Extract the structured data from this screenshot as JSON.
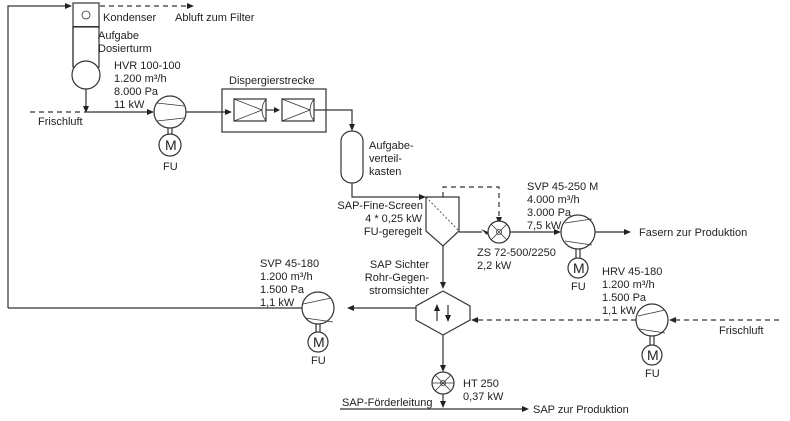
{
  "labels": {
    "kondenser": "Kondenser",
    "abluft": "Abluft zum Filter",
    "aufgabe_dosierturm": [
      "Aufgabe",
      "Dosierturm"
    ],
    "hvr": [
      "HVR 100-100",
      "1.200 m³/h",
      "8.000 Pa",
      "11 kW"
    ],
    "frischluft_left": "Frischluft",
    "fu": "FU",
    "motor": "M",
    "dispergierstrecke": "Dispergierstrecke",
    "aufgabeverteilkasten": [
      "Aufgabe-",
      "verteil-",
      "kasten"
    ],
    "fine_screen": [
      "SAP-Fine-Screen",
      "4 * 0,25 kW",
      "FU-geregelt"
    ],
    "zs": [
      "ZS 72-500/2250",
      "2,2 kW"
    ],
    "svp_250": [
      "SVP 45-250 M",
      "4.000 m³/h",
      "3.000 Pa",
      "7,5 kW"
    ],
    "fasern": "Fasern zur Produktion",
    "svp_180": [
      "SVP 45-180",
      "1.200 m³/h",
      "1.500 Pa",
      "1,1 kW"
    ],
    "sichter": [
      "SAP Sichter",
      "Rohr-Gegen-",
      "stromsichter"
    ],
    "hrv": [
      "HRV 45-180",
      "1.200 m³/h",
      "1.500 Pa",
      "1,1 kW"
    ],
    "frischluft_right": "Frischluft",
    "ht": [
      "HT 250",
      "0,37 kW"
    ],
    "foerderleitung": "SAP-Förderleitung",
    "sap_produktion": "SAP zur Produktion"
  }
}
